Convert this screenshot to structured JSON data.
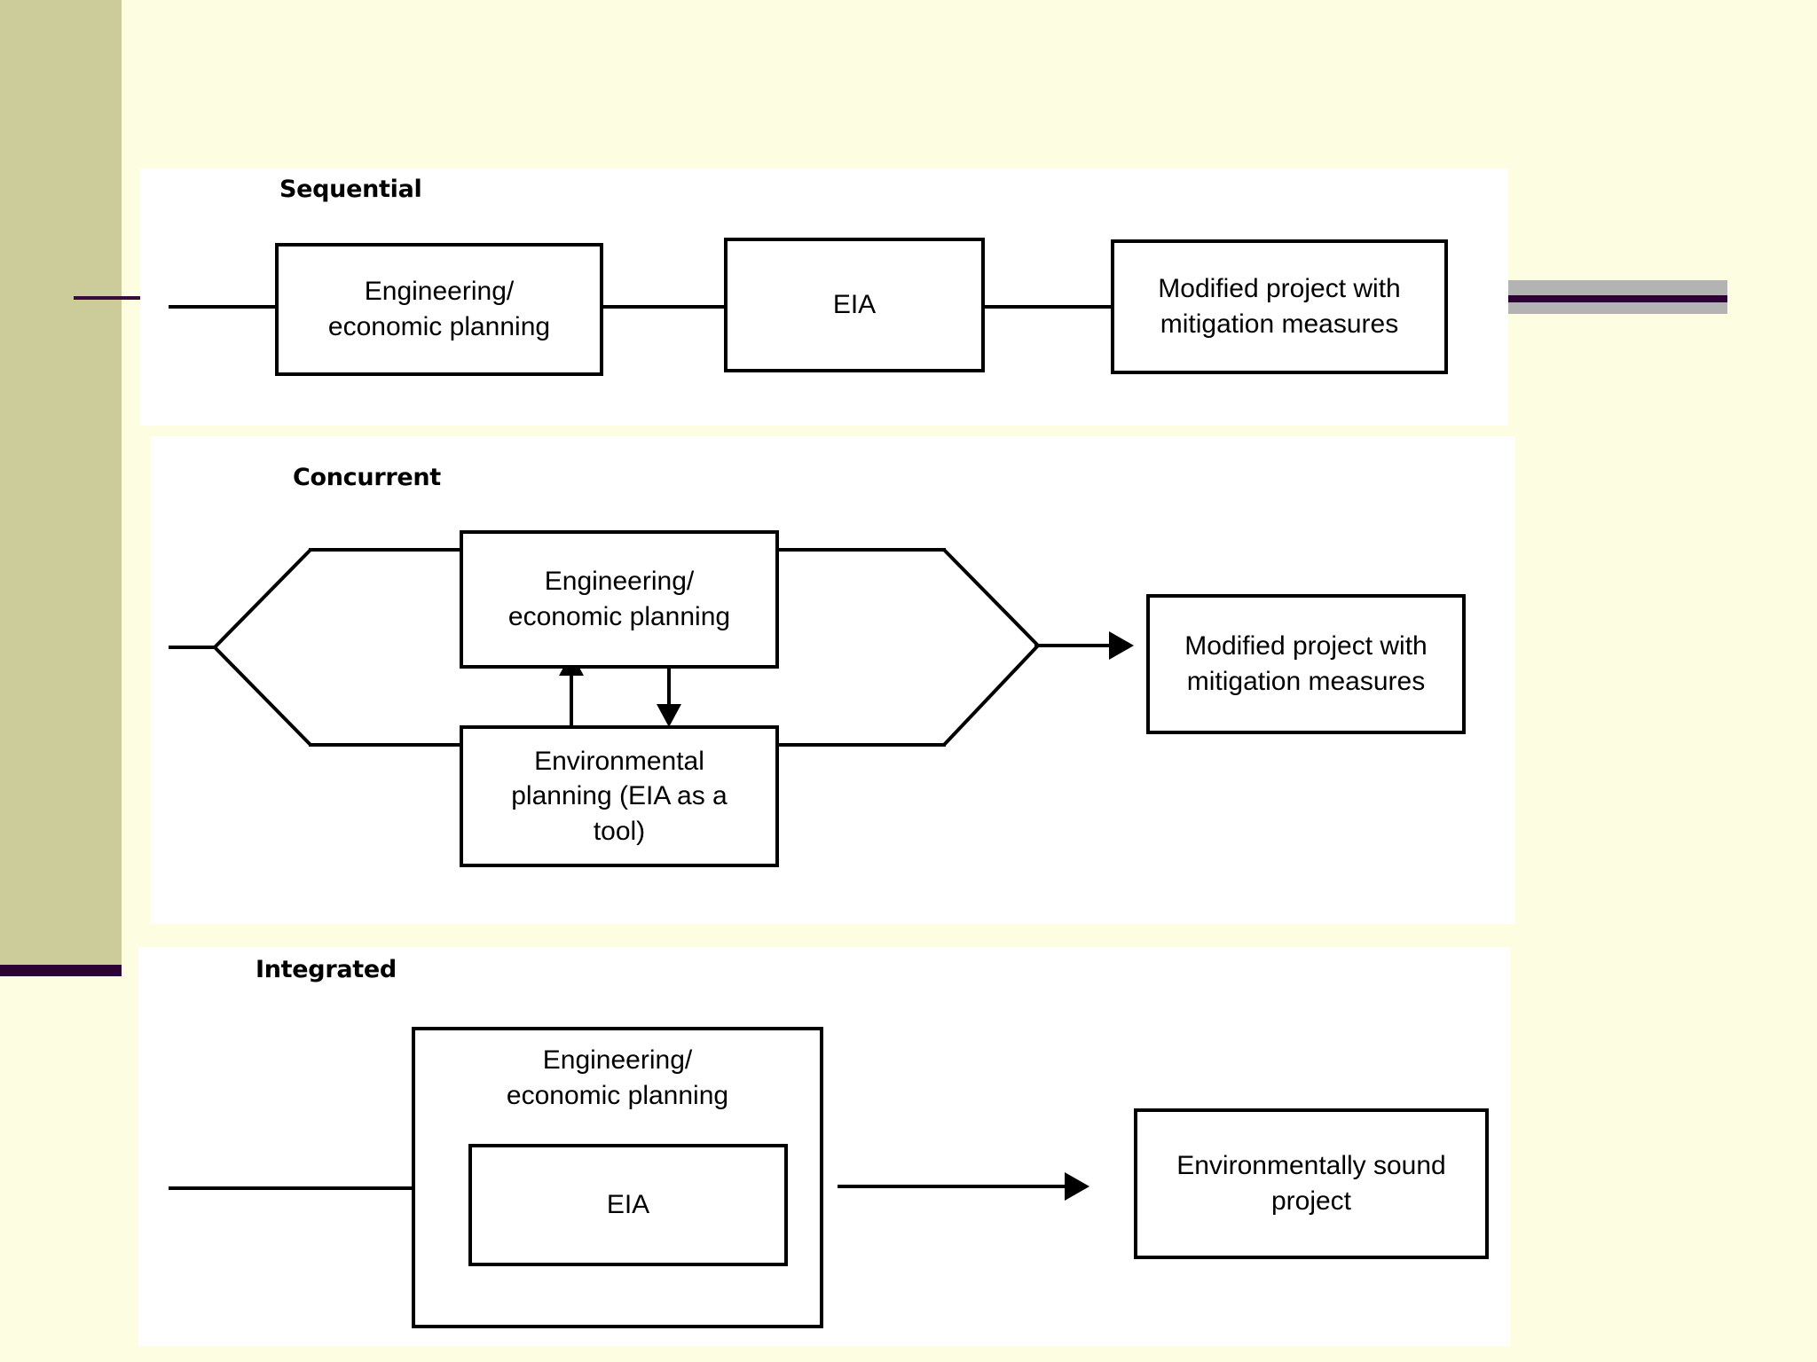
{
  "slide": {
    "background_color": "#FDFDE2",
    "sidebar_color": "#CCCB9A",
    "accent_color": "#2B0233",
    "panel_color": "#FFFFFF",
    "right_bar_color": "#B3B3B3"
  },
  "sections": {
    "sequential": {
      "title": "Sequential",
      "boxes": {
        "engineering": "Engineering/\neconomic planning",
        "eia": "EIA",
        "modified": "Modified project with\nmitigation measures"
      }
    },
    "concurrent": {
      "title": "Concurrent",
      "boxes": {
        "engineering": "Engineering/\neconomic planning",
        "environmental": "Environmental\nplanning (EIA as a\ntool)",
        "modified": "Modified project with\nmitigation measures"
      }
    },
    "integrated": {
      "title": "Integrated",
      "boxes": {
        "engineering": "Engineering/\neconomic planning",
        "eia": "EIA",
        "outcome": "Environmentally sound\nproject"
      }
    }
  }
}
